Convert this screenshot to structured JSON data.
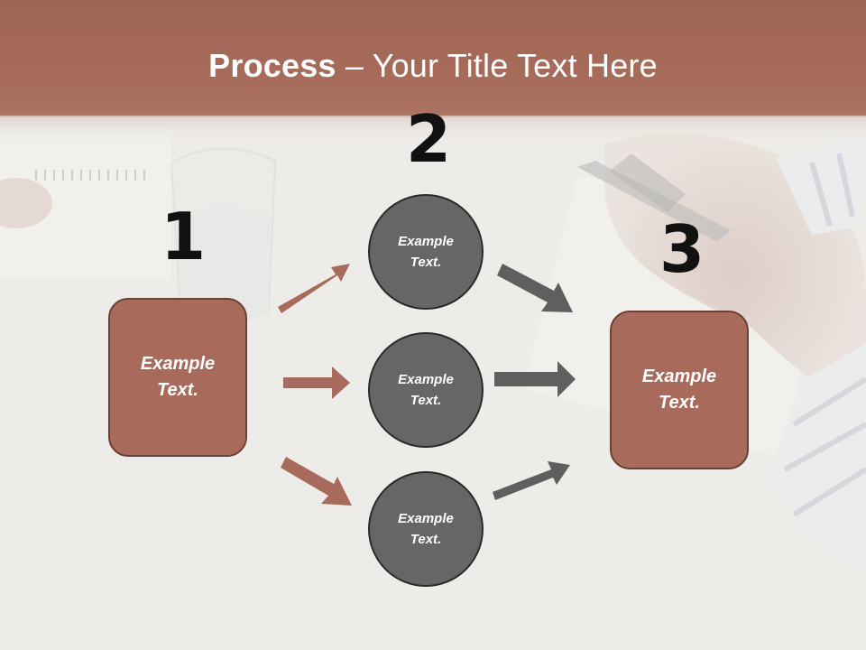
{
  "slide": {
    "title_bold": "Process",
    "title_dash": "–",
    "title_rest": "Your Title Text Here",
    "numbers": [
      "1",
      "2",
      "3"
    ]
  },
  "boxes": {
    "left": {
      "line1": "Example",
      "line2": "Text."
    },
    "right": {
      "line1": "Example",
      "line2": "Text."
    }
  },
  "circles": [
    {
      "line1": "Example",
      "line2": "Text."
    },
    {
      "line1": "Example",
      "line2": "Text."
    },
    {
      "line1": "Example",
      "line2": "Text."
    }
  ],
  "colors": {
    "box_fill": "#a86b5b",
    "circle_fill": "#666666",
    "arrow_brown": "#a86b5b",
    "arrow_gray": "#5f5f5f",
    "header_band": "#a46a58"
  }
}
